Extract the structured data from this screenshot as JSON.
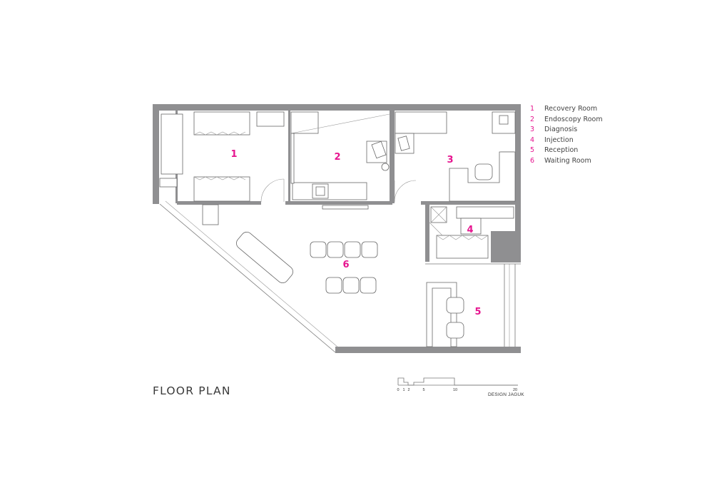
{
  "legend": [
    {
      "num": "1",
      "label": "Recovery Room"
    },
    {
      "num": "2",
      "label": "Endoscopy Room"
    },
    {
      "num": "3",
      "label": "Diagnosis"
    },
    {
      "num": "4",
      "label": "Injection"
    },
    {
      "num": "5",
      "label": "Reception"
    },
    {
      "num": "6",
      "label": "Waiting Room"
    }
  ],
  "rooms": [
    "1",
    "2",
    "3",
    "4",
    "5",
    "6"
  ],
  "title": "FLOOR PLAN",
  "credit": "DESIGN JAGUK",
  "scale_labels": [
    "0",
    "1",
    "2",
    "5",
    "10",
    "20"
  ],
  "colors": {
    "accent": "#e6158f",
    "wall": "#8f8f91",
    "line": "#777777"
  }
}
